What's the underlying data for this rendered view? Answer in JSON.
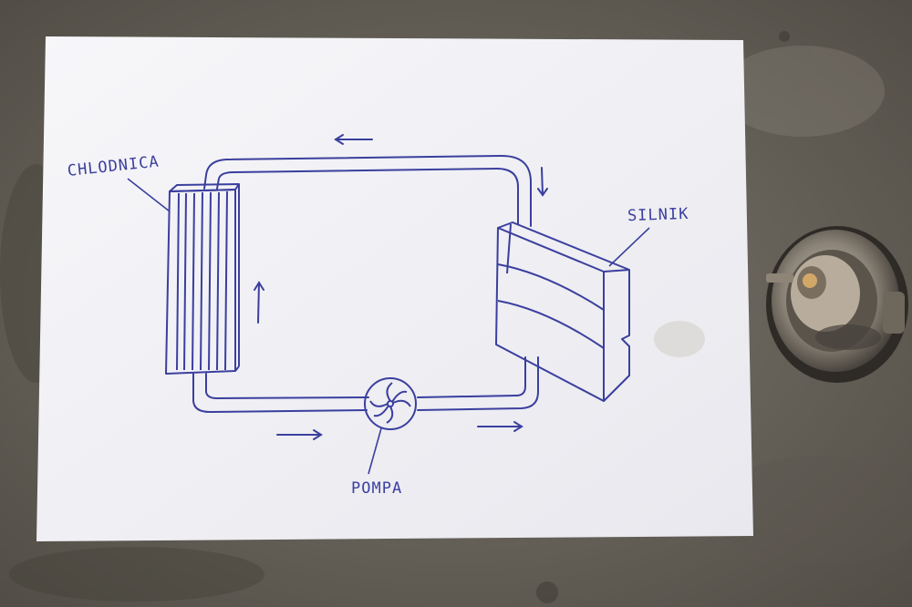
{
  "photo": {
    "subject": "hand-drawn engine cooling loop sketch on paper next to a thermostat",
    "colors": {
      "concrete": "#6f6a60",
      "concrete_dark": "#4a463f",
      "paper": "#f3f3f7",
      "ink": "#3b3f9e",
      "metal": "#9a9184",
      "metal_dark": "#2e2b27"
    }
  },
  "sketch": {
    "labels": {
      "radiator": "CHLODNICA",
      "engine": "SILNIK",
      "pump": "POMPA"
    },
    "flow_arrows": [
      "left",
      "down",
      "up",
      "right",
      "right"
    ],
    "icons": [
      "radiator-drawing-icon",
      "engine-block-drawing-icon",
      "pump-impeller-icon"
    ]
  },
  "object": {
    "name": "thermostat"
  }
}
